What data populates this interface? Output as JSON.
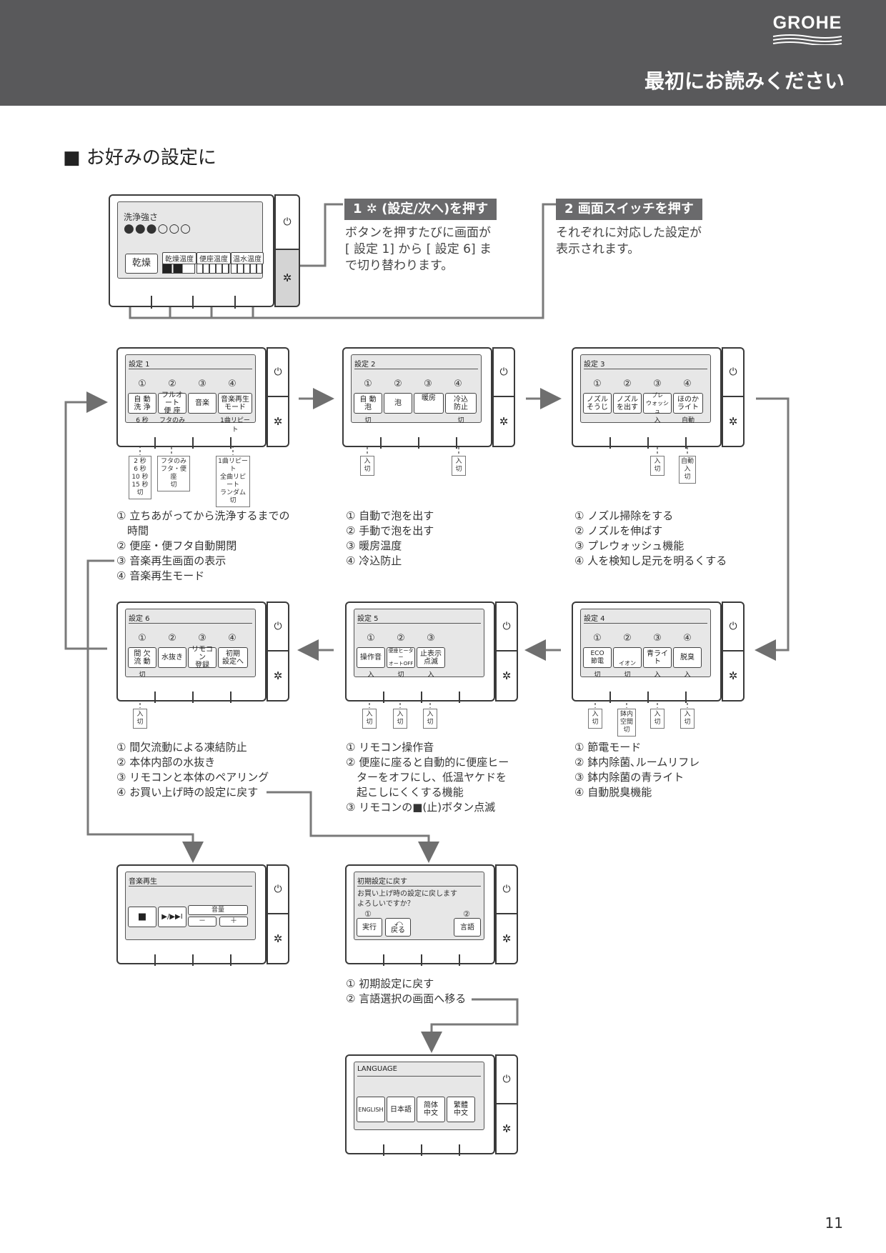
{
  "header": {
    "brand": "GROHE",
    "title": "最初にお読みください"
  },
  "section_title": "■ お好みの設定に",
  "main_remote": {
    "screen_label": "洗浄強さ",
    "level_indicator": "●●●○○○",
    "dry_button": "乾燥",
    "temp_labels": [
      "乾燥温度",
      "便座温度",
      "温水温度"
    ]
  },
  "step1": {
    "label": "1 ✲ (設定/次へ)を押す",
    "lines": [
      "ボタンを押すたびに画面が",
      "[ 設定 1] から [ 設定 6] ま",
      "で切り替わります。"
    ]
  },
  "step2": {
    "label": "2 画面スイッチを押す",
    "lines": [
      "それぞれに対応した設定が",
      "表示されます。"
    ]
  },
  "icons": {
    "power": "⏻",
    "gear": "✲"
  },
  "circled": [
    "①",
    "②",
    "③",
    "④"
  ],
  "settings": {
    "s1": {
      "title": "設定 1",
      "buttons": [
        "自 動\n洗 浄",
        "フルオート\n便 座",
        "音楽",
        "音楽再生\nモード"
      ],
      "subs": [
        "6 秒",
        "フタのみ",
        "",
        "1曲リピート"
      ],
      "tags": [
        "2 秒\n6 秒\n10 秒\n15 秒\n切",
        "フタのみ\nフタ・便座\n切",
        "1曲リピート\n全曲リピート\nランダム\n切"
      ],
      "desc": [
        "① 立ちあがってから洗浄するまでの",
        "　時間",
        "② 便座・便フタ自動開閉",
        "③ 音楽再生画面の表示",
        "④ 音楽再生モード"
      ]
    },
    "s2": {
      "title": "設定 2",
      "buttons": [
        "自 動\n泡",
        "泡",
        "暖房",
        "冷込\n防止"
      ],
      "subs": [
        "切",
        "",
        "",
        "切"
      ],
      "tags": [
        "入\n切",
        "入\n切"
      ],
      "desc": [
        "① 自動で泡を出す",
        "② 手動で泡を出す",
        "③ 暖房温度",
        "④ 冷込防止"
      ]
    },
    "s3": {
      "title": "設定 3",
      "buttons": [
        "ノズル\nそうじ",
        "ノズル\nを出す",
        "プレ\nウォッシュ",
        "ほのか\nライト"
      ],
      "subs": [
        "",
        "",
        "入",
        "自動"
      ],
      "tags": [
        "入\n切",
        "自動\n入\n切"
      ],
      "desc": [
        "① ノズル掃除をする",
        "② ノズルを伸ばす",
        "③ プレウォッシュ機能",
        "④ 人を検知し足元を明るくする"
      ]
    },
    "s4": {
      "title": "設定 4",
      "buttons": [
        "ECO\n節電",
        "イオン",
        "青ライト",
        "脱臭"
      ],
      "subs": [
        "切",
        "切",
        "入",
        "入"
      ],
      "tags": [
        "入\n切",
        "鉢内\n空間\n切",
        "入\n切",
        "入\n切"
      ],
      "desc": [
        "① 節電モード",
        "② 鉢内除菌､ルームリフレ",
        "③ 鉢内除菌の青ライト",
        "④ 自動脱臭機能"
      ]
    },
    "s5": {
      "title": "設定 5",
      "buttons": [
        "操作音",
        "便座ヒーター\nオートOFF",
        "止表示\n点滅"
      ],
      "subs": [
        "入",
        "切",
        "入"
      ],
      "tags": [
        "入\n切",
        "入\n切",
        "入\n切"
      ],
      "desc": [
        "① リモコン操作音",
        "② 便座に座ると自動的に便座ヒー",
        "　ターをオフにし、低温ヤケドを",
        "　起こしにくくする機能",
        "③ リモコンの■(止)ボタン点滅"
      ]
    },
    "s6": {
      "title": "設定 6",
      "buttons": [
        "間 欠\n流 動",
        "水抜き",
        "リモコン\n登録",
        "初期\n設定へ"
      ],
      "subs": [
        "切",
        "",
        "",
        ""
      ],
      "tags": [
        "入\n切"
      ],
      "desc": [
        "① 間欠流動による凍結防止",
        "② 本体内部の水抜き",
        "③ リモコンと本体のペアリング",
        "④ お買い上げ時の設定に戻す"
      ]
    }
  },
  "music": {
    "title": "音楽再生",
    "stop": "■",
    "play": "▶/▶▶I",
    "volume": "音量",
    "vol_minus": "－",
    "vol_plus": "＋"
  },
  "reset": {
    "title": "初期設定に戻す",
    "message": [
      "お買い上げ時の設定に戻します",
      "よろしいですか？"
    ],
    "execute": "実行",
    "back": "戻る",
    "language": "言語",
    "desc": [
      "① 初期設定に戻す",
      "② 言語選択の画面へ移る"
    ]
  },
  "language": {
    "title": "LANGUAGE",
    "options": [
      "ENGLISH",
      "日本語",
      "简体\n中文",
      "繁體\n中文"
    ]
  },
  "page_number": "11"
}
